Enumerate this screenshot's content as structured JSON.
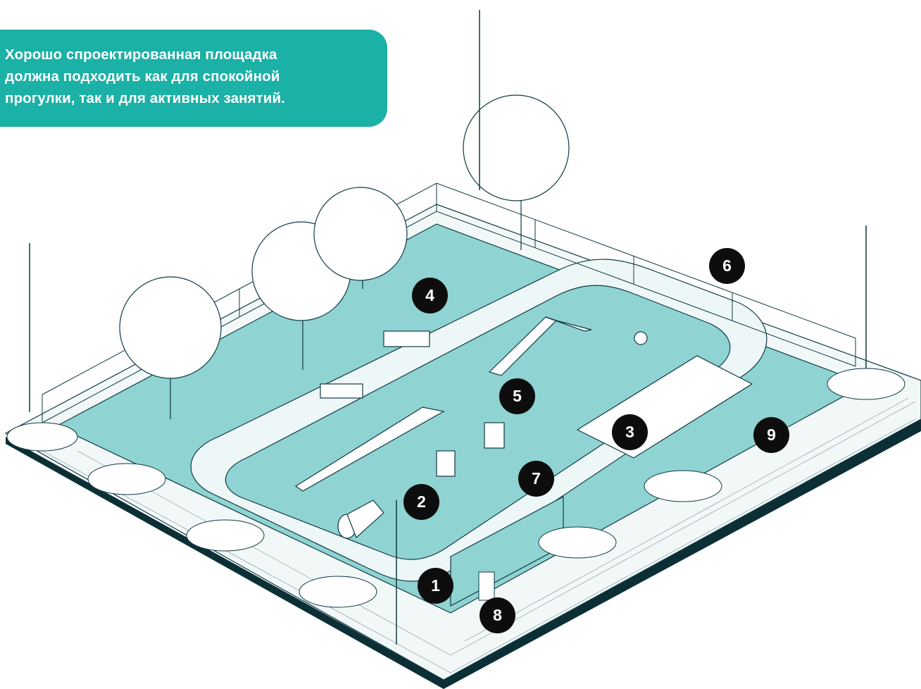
{
  "callout": {
    "lines": [
      "Хорошо спроектированная площадка",
      "должна подходить как для спокойной",
      "прогулки, так и для активных занятий."
    ]
  },
  "markers": [
    "1",
    "2",
    "3",
    "4",
    "5",
    "6",
    "7",
    "8",
    "9"
  ],
  "colors": {
    "callout_bg": "#1bb1a6",
    "ground": "#8fd3d2",
    "outline": "#0f3a42",
    "marker": "#0d0d0d",
    "base": "#0c2f36"
  }
}
